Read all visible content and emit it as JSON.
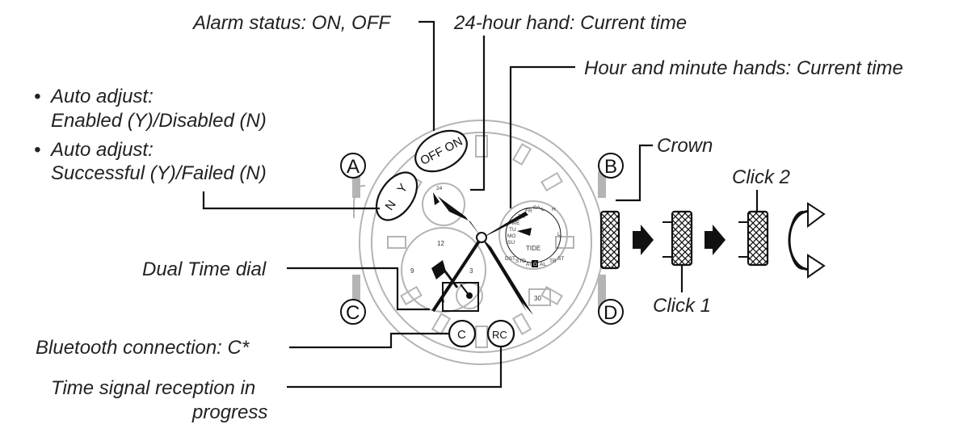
{
  "labels": {
    "alarm_status": "Alarm status: ON, OFF",
    "hand_24h": "24-hour hand: Current time",
    "hour_minute": "Hour and minute hands: Current time",
    "auto_adjust_1_title": "Auto adjust:",
    "auto_adjust_1_value": "Enabled (Y)/Disabled (N)",
    "auto_adjust_2_title": "Auto adjust:",
    "auto_adjust_2_value": "Successful (Y)/Failed (N)",
    "bullet": "•",
    "crown": "Crown",
    "click_2": "Click 2",
    "click_1": "Click 1",
    "dual_time": "Dual Time dial",
    "bluetooth": "Bluetooth connection: C*",
    "time_signal_line1": "Time signal reception in",
    "time_signal_line2": "progress"
  },
  "buttons": {
    "a": "A",
    "b": "B",
    "c": "C",
    "d": "D"
  },
  "dial": {
    "off": "OFF",
    "on": "ON",
    "n": "N",
    "y": "Y",
    "c": "C",
    "rc": "RC",
    "num_24": "24",
    "num_12": "12",
    "num_3": "3",
    "num_6": "6",
    "num_9": "9",
    "tide": "TIDE",
    "date": "30",
    "days": [
      "FR",
      "SA",
      "TH",
      "WE",
      "TU",
      "MO",
      "SU"
    ],
    "tide_h": "H",
    "tide_l1": "L",
    "tide_l2": "L",
    "mode_dst": "DST",
    "mode_std": "STD",
    "mode_at": "AT",
    "mode_box": "G",
    "mode_al": "AL",
    "mode_tr": "TR",
    "mode_st": "ST"
  }
}
